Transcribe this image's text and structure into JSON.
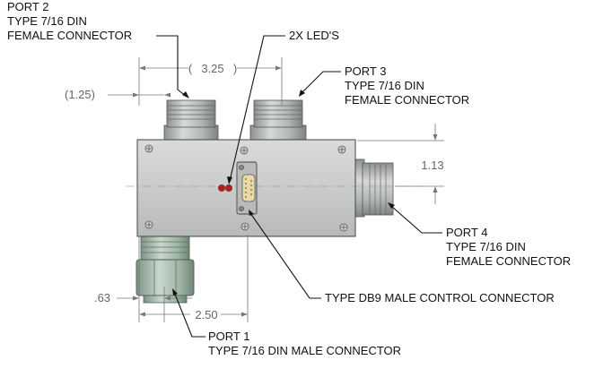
{
  "labels": {
    "port2": [
      "PORT 2",
      "TYPE 7/16 DIN",
      "FEMALE CONNECTOR"
    ],
    "leds": "2X LED'S",
    "port3": [
      "PORT 3",
      "TYPE 7/16 DIN",
      "FEMALE CONNECTOR"
    ],
    "port4": [
      "PORT 4",
      "TYPE 7/16 DIN",
      "FEMALE CONNECTOR"
    ],
    "db9": "TYPE DB9 MALE CONTROL CONNECTOR",
    "port1": [
      "PORT 1",
      "TYPE 7/16 DIN MALE CONNECTOR"
    ]
  },
  "dimensions": {
    "top_spacing": "3.25",
    "left_offset": "(1.25)",
    "right_height": "1.13",
    "bottom_left": ".63",
    "bottom_spacing": "2.50"
  },
  "colors": {
    "body": "#c9cccb",
    "connector": "#b6bab9",
    "male_connector": "#9fb5a5",
    "led": "#b3201c"
  }
}
